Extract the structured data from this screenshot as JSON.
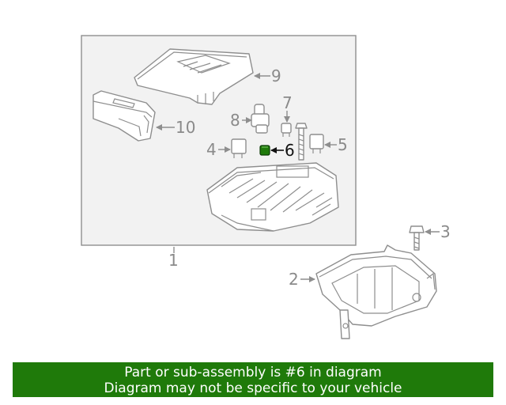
{
  "callouts": {
    "c1": "1",
    "c2": "2",
    "c3": "3",
    "c4": "4",
    "c5": "5",
    "c6": "6",
    "c7": "7",
    "c8": "8",
    "c9": "9",
    "c10": "10"
  },
  "highlight": {
    "part_number": "6",
    "color": "#1f7a0a"
  },
  "banner": {
    "line1": "Part or sub-assembly is #6 in diagram",
    "line2": "Diagram may not be specific to your vehicle",
    "background": "#1f7a0a"
  }
}
